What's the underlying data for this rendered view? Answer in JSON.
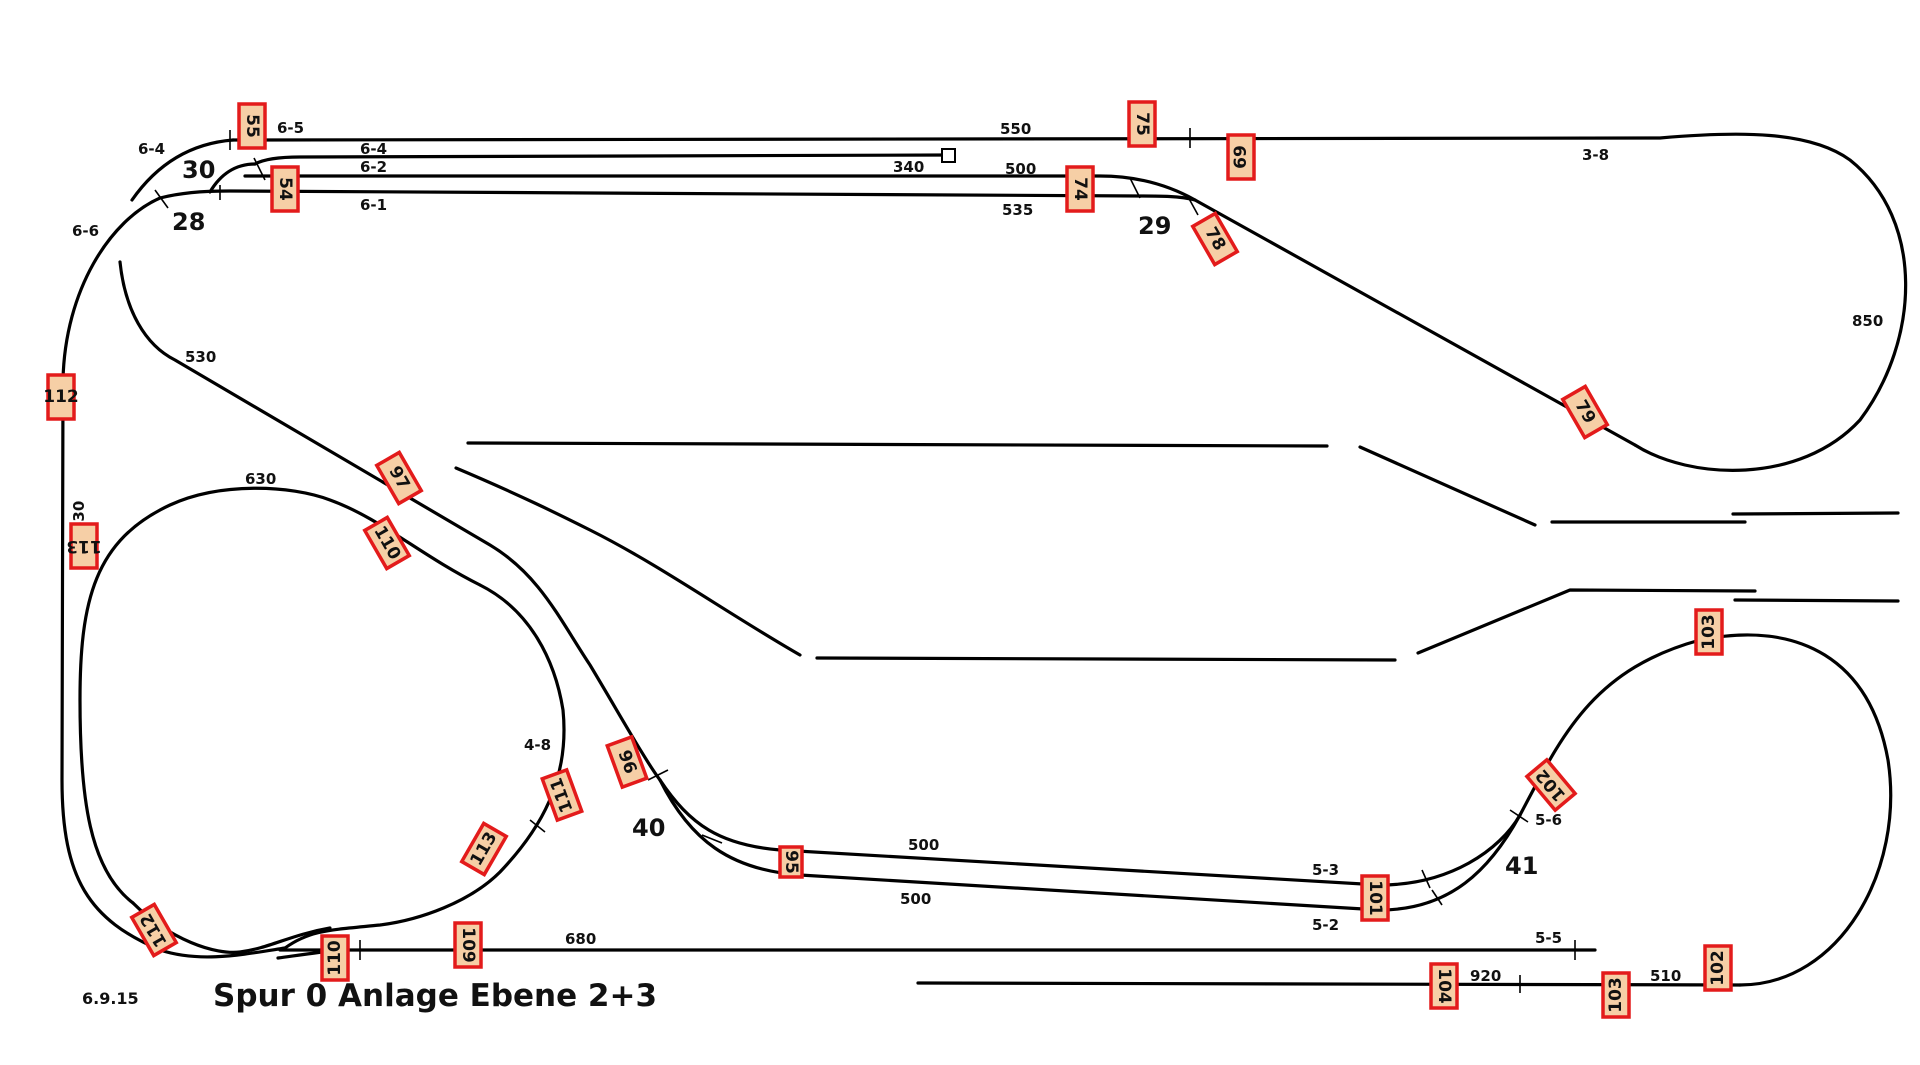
{
  "title": "Spur 0 Anlage Ebene 2+3",
  "date": "6.9.15",
  "section_numbers": [
    "28",
    "29",
    "30",
    "40",
    "41"
  ],
  "track_labels": [
    "6-4",
    "6-5",
    "6-6",
    "6-4",
    "6-2",
    "6-1",
    "3-8",
    "4-8",
    "5-3",
    "5-2",
    "5-6",
    "5-5"
  ],
  "length_labels": [
    "550",
    "340",
    "500",
    "535",
    "850",
    "530",
    "630",
    "630",
    "500",
    "500",
    "680",
    "920",
    "510"
  ],
  "blocks": [
    "55",
    "54",
    "75",
    "74",
    "69",
    "78",
    "79",
    "112",
    "113",
    "97",
    "110",
    "96",
    "111",
    "113",
    "95",
    "101",
    "102",
    "103",
    "112",
    "110",
    "109",
    "104",
    "103",
    "102"
  ],
  "colors": {
    "track": "#000000",
    "block_fill": "#f6cfa6",
    "block_border": "#e31b1b"
  }
}
